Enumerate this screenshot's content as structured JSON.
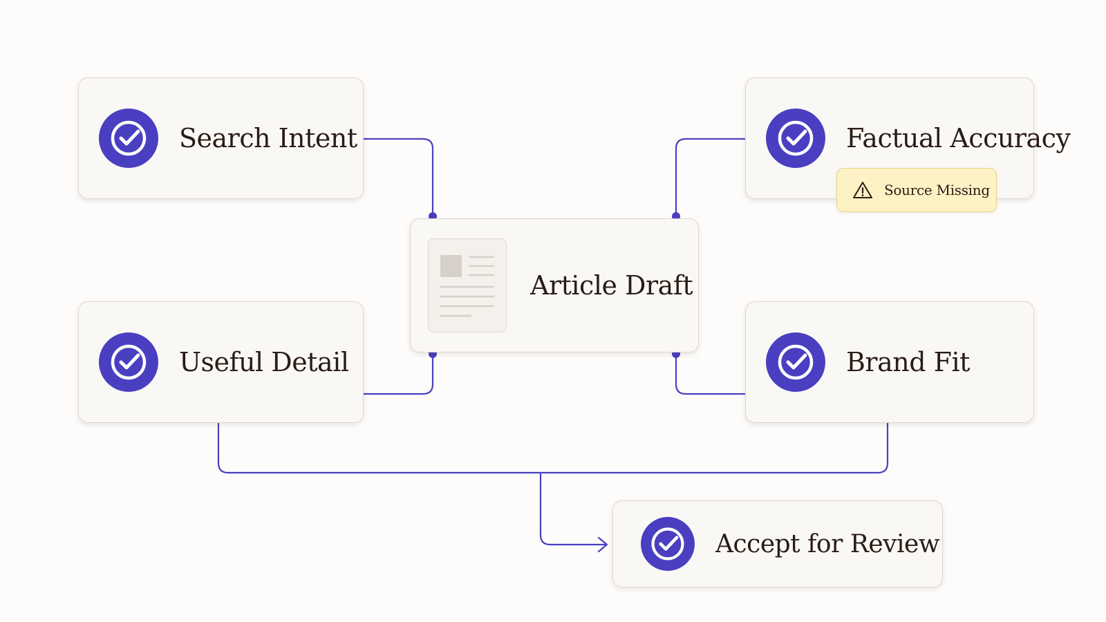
{
  "nodes": {
    "search_intent": {
      "label": "Search Intent"
    },
    "factual_accuracy": {
      "label": "Factual Accuracy",
      "warning": "Source Missing"
    },
    "useful_detail": {
      "label": "Useful Detail"
    },
    "brand_fit": {
      "label": "Brand Fit"
    },
    "article_draft": {
      "label": "Article Draft"
    },
    "accept_for_review": {
      "label": "Accept for Review"
    }
  },
  "colors": {
    "accent": "#4a3fc1",
    "connector": "#4a3fc1",
    "card_bg": "#faf8f5",
    "warning_bg": "#fdf2c4"
  },
  "icons": {
    "check": "check-circle-icon",
    "warning": "warning-triangle-icon",
    "document": "document-icon"
  }
}
